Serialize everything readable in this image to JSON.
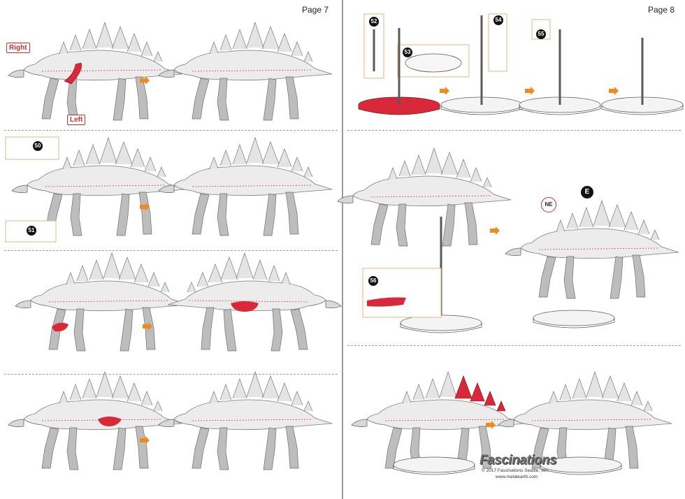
{
  "pages": [
    {
      "number_label": "Page 7"
    },
    {
      "number_label": "Page 8"
    }
  ],
  "labels": {
    "right": "Right",
    "left": "Left",
    "ne": "NE",
    "e": "E"
  },
  "steps": [
    "50",
    "51",
    "52",
    "53",
    "54",
    "55",
    "56"
  ],
  "footer": {
    "brand": "Fascinations",
    "copyright": "© 2017 Fascinations Seattle, WA",
    "website": "www.metalearth.com"
  },
  "colors": {
    "highlight": "#d8283a",
    "arrow": "#f08a1c",
    "outline": "#e3b48a",
    "marker": "#9ccd3a"
  }
}
